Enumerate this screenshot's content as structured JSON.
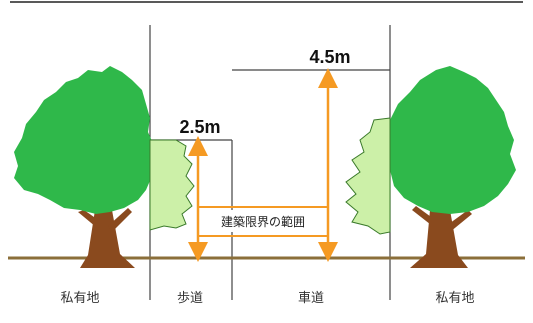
{
  "labels": {
    "road_height": "4.5m",
    "sidewalk_height": "2.5m",
    "clearance": "建築限界の範囲",
    "zones": [
      "私有地",
      "歩道",
      "車道",
      "私有地"
    ]
  },
  "colors": {
    "tree_foliage": "#2fb84a",
    "tree_trunk": "#8a4a1e",
    "pruned_foliage": "#ccf0a8",
    "arrow": "#f59a23",
    "ground": "#8b6f3a",
    "line": "#333333"
  },
  "icons": [
    "tree-icon",
    "pruned-tree-icon"
  ]
}
